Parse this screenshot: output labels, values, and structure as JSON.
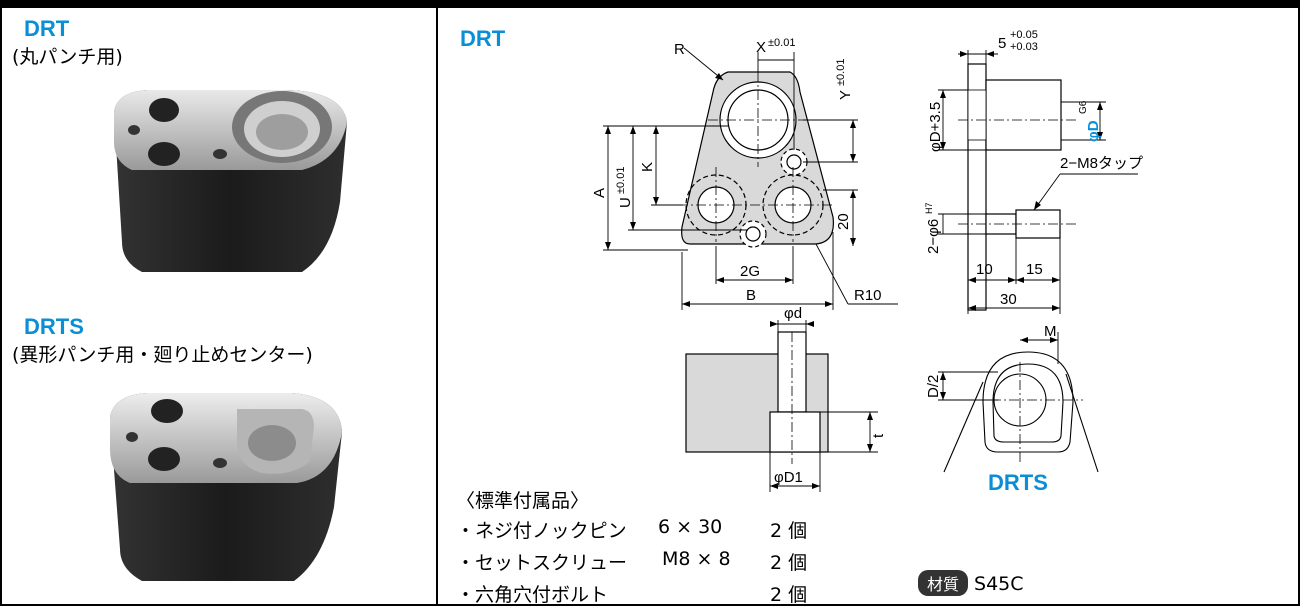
{
  "left": {
    "drt_title": "DRT",
    "drt_sub": "(丸パンチ用)",
    "drts_title": "DRTS",
    "drts_sub": "(異形パンチ用・廻り止めセンター)"
  },
  "drawing": {
    "title": "DRT",
    "drts_label": "DRTS",
    "labels": {
      "R": "R",
      "X": "X",
      "X_tol": "±0.01",
      "Y": "Y",
      "Y_tol": "±0.01",
      "A": "A",
      "U": "U",
      "U_tol": "±0.01",
      "K": "K",
      "twenty": "20",
      "twoG": "2G",
      "B": "B",
      "R10": "R10",
      "five": "5",
      "five_tol_up": "+0.05",
      "five_tol_dn": "+0.03",
      "phiD35": "φD+3.5",
      "phiD": "φD",
      "phiD_tol": "G6",
      "tap": "2−M8タップ",
      "phi6": "2−φ6",
      "phi6_tol": "H7",
      "ten": "10",
      "fifteen": "15",
      "thirty": "30",
      "phid": "φd",
      "phiD1": "φD1",
      "t": "t",
      "M": "M",
      "D2": "D/2"
    }
  },
  "accessories": {
    "heading": "〈標準付属品〉",
    "rows": [
      {
        "name": "・ネジ付ノックピン",
        "size": "6 × 30",
        "qty": "2 個"
      },
      {
        "name": "・セットスクリュー",
        "size": "M8 × 8",
        "qty": "2 個"
      },
      {
        "name": "・六角穴付ボルト",
        "size": "",
        "qty": "2 個"
      }
    ]
  },
  "material": {
    "badge": "材質",
    "value": "S45C"
  }
}
